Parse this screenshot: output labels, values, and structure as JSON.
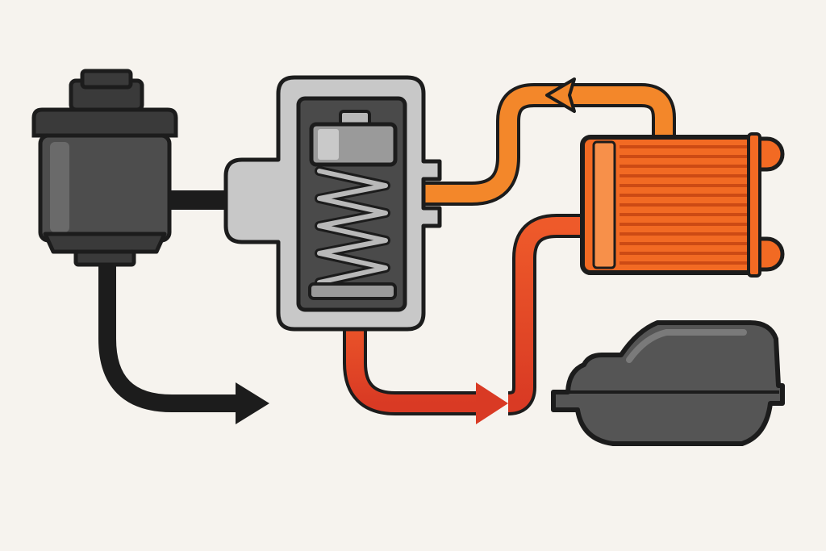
{
  "diagram": {
    "kind": "oil-cooler-bypass-flow",
    "colors": {
      "background": "#f6f3ee",
      "outline": "#1c1c1c",
      "filter_body": "#4d4d4d",
      "filter_cap": "#3a3a3a",
      "valve_housing": "#c8c8c8",
      "valve_chamber": "#4a4a4a",
      "spring": "#b9b9b9",
      "piston": "#9a9a9a",
      "flow_black": "#1c1c1c",
      "flow_orange": "#f3872a",
      "flow_red_top": "#ee5a2a",
      "flow_red_bottom": "#d93a24",
      "cooler_body": "#f26a23",
      "cooler_fins": "#cc4a14",
      "sump": "#555555"
    },
    "components": [
      {
        "id": "oil-filter",
        "icon": "oil-filter-icon"
      },
      {
        "id": "bypass-valve",
        "icon": "spring-valve-icon"
      },
      {
        "id": "oil-cooler",
        "icon": "radiator-icon"
      },
      {
        "id": "oil-pan",
        "icon": "oil-pan-icon"
      }
    ],
    "flows": [
      {
        "id": "filter-to-valve",
        "color": "flow_black",
        "icon": "arrow-right-icon"
      },
      {
        "id": "filter-bypass-out",
        "color": "flow_black",
        "icon": "arrow-right-icon"
      },
      {
        "id": "valve-to-cooler",
        "color": "flow_orange",
        "icon": "arrow-left-icon"
      },
      {
        "id": "valve-to-sump",
        "color": "flow_red_bottom",
        "icon": "arrow-right-icon"
      }
    ]
  }
}
